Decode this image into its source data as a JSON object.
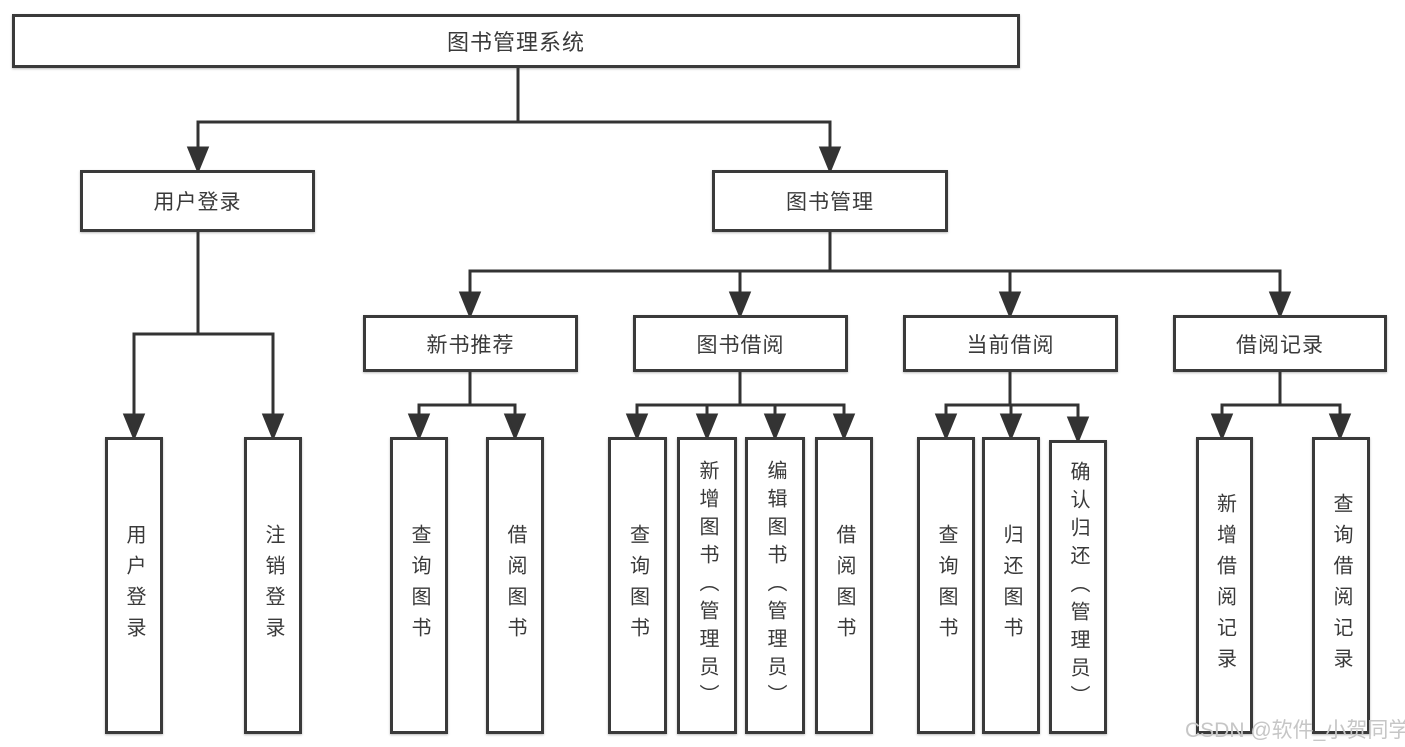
{
  "root": {
    "label": "图书管理系统"
  },
  "login": {
    "label": "用户登录",
    "children": [
      {
        "label": "用户登录"
      },
      {
        "label": "注销登录"
      }
    ]
  },
  "management": {
    "label": "图书管理",
    "sections": [
      {
        "label": "新书推荐",
        "children": [
          {
            "label": "查询图书"
          },
          {
            "label": "借阅图书"
          }
        ]
      },
      {
        "label": "图书借阅",
        "children": [
          {
            "label": "查询图书"
          },
          {
            "label": "新增图书（管理员）"
          },
          {
            "label": "编辑图书（管理员）"
          },
          {
            "label": "借阅图书"
          }
        ]
      },
      {
        "label": "当前借阅",
        "children": [
          {
            "label": "查询图书"
          },
          {
            "label": "归还图书"
          },
          {
            "label": "确认归还（管理员）"
          }
        ]
      },
      {
        "label": "借阅记录",
        "children": [
          {
            "label": "新增借阅记录"
          },
          {
            "label": "查询借阅记录"
          }
        ]
      }
    ]
  },
  "watermark": {
    "text": "CSDN @软件_小贺同学"
  },
  "colors": {
    "line": "#333333",
    "border": "#3a3a3a",
    "text": "#3a3a3a",
    "background": "#ffffff",
    "watermark": "#c6c6c6"
  }
}
